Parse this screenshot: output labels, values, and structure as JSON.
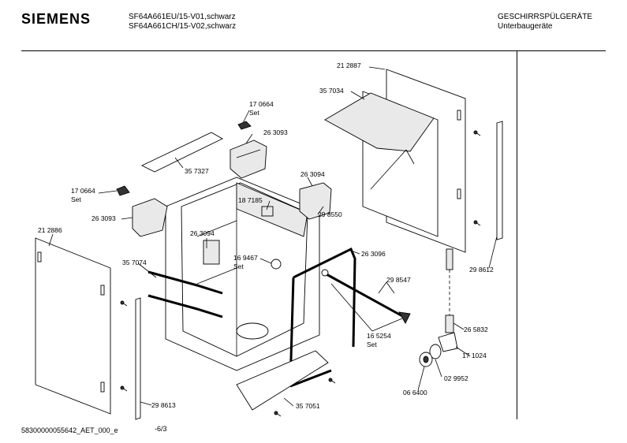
{
  "header": {
    "brand": "SIEMENS",
    "model_line_1": "SF64A661EU/15-V01,schwarz",
    "model_line_2": "SF64A661CH/15-V02,schwarz",
    "category": "GESCHIRRSPÜLGERÄTE",
    "subcategory": "Unterbaugeräte"
  },
  "footer": {
    "doc_id": "58300000055642_AET_000_e",
    "page": "-6/3"
  },
  "labels": [
    {
      "id": "l212887a",
      "text": "21 2887"
    },
    {
      "id": "l357034",
      "text": "35 7034"
    },
    {
      "id": "l170664a",
      "text": "17 0664"
    },
    {
      "id": "lseta",
      "text": "Set"
    },
    {
      "id": "l263093a",
      "text": "26 3093"
    },
    {
      "id": "l357327",
      "text": "35 7327"
    },
    {
      "id": "l263094a",
      "text": "26 3094"
    },
    {
      "id": "l170664b",
      "text": "17 0664"
    },
    {
      "id": "lsetb",
      "text": "Set"
    },
    {
      "id": "l187185",
      "text": "18 7185"
    },
    {
      "id": "l263093b",
      "text": "26 3093"
    },
    {
      "id": "l298550",
      "text": "29 8550"
    },
    {
      "id": "l212886",
      "text": "21 2886"
    },
    {
      "id": "l263094b",
      "text": "26 3094"
    },
    {
      "id": "l169467",
      "text": "16 9467"
    },
    {
      "id": "lsetc",
      "text": "Set"
    },
    {
      "id": "l263096",
      "text": "26 3096"
    },
    {
      "id": "l357074",
      "text": "35 7074"
    },
    {
      "id": "l298547",
      "text": "29 8547"
    },
    {
      "id": "l298612",
      "text": "29 8612"
    },
    {
      "id": "l165254",
      "text": "16 5254"
    },
    {
      "id": "lsetd",
      "text": "Set"
    },
    {
      "id": "l265832",
      "text": "26 5832"
    },
    {
      "id": "l171024",
      "text": "17 1024"
    },
    {
      "id": "l029952",
      "text": "02 9952"
    },
    {
      "id": "l066400",
      "text": "06 6400"
    },
    {
      "id": "l298613",
      "text": "29 8613"
    },
    {
      "id": "l357051",
      "text": "35 7051"
    }
  ]
}
